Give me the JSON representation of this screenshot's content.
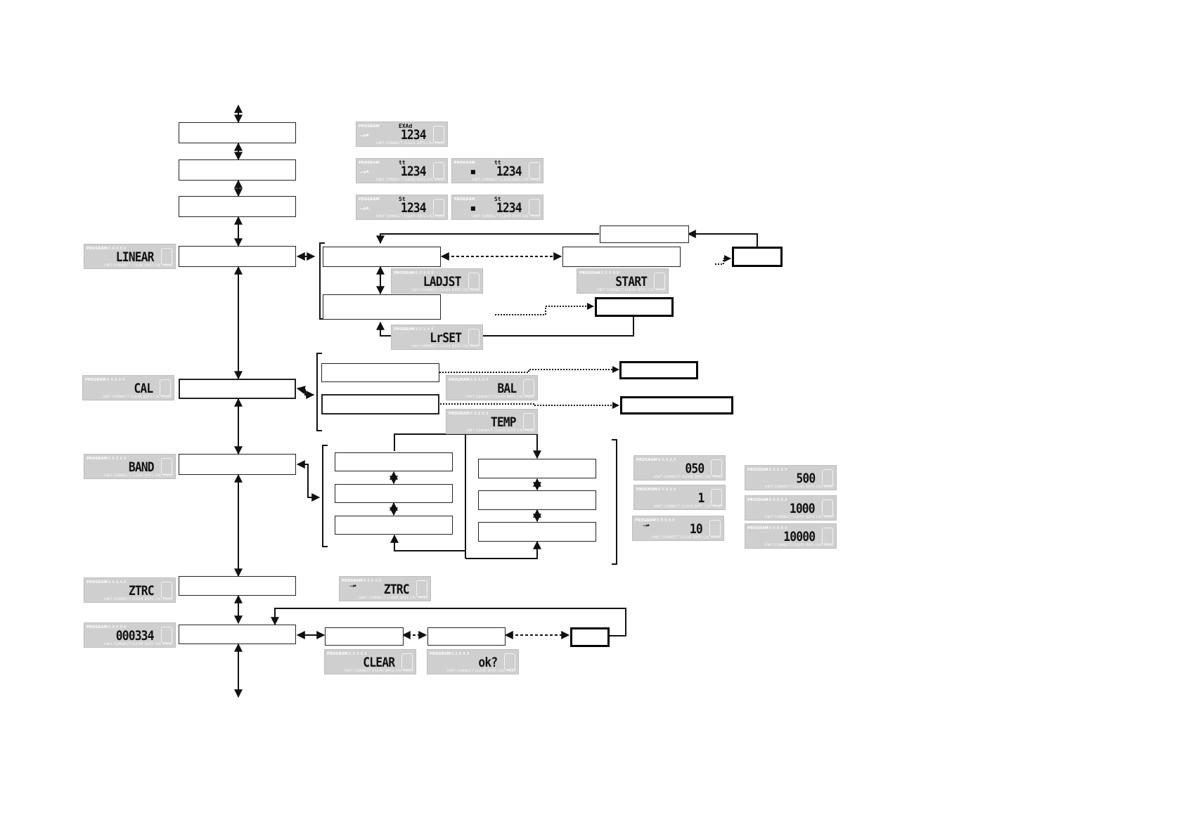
{
  "lcd_common": {
    "program_label": "PROGRAM",
    "indicator_row": "8.8.8.8.8",
    "units_row": "UNIT CONNECT CLEAR DATE CAL PRINT",
    "arrow_glyph": "→•",
    "dash_glyph": "■"
  },
  "displays": {
    "exad": {
      "tag": "EXAd",
      "value": "1234"
    },
    "tt_a": {
      "tag": "tt",
      "value": "1234"
    },
    "tt_b": {
      "tag": "tt",
      "value": "1234"
    },
    "st_a": {
      "tag": "St",
      "value": "1234"
    },
    "st_b": {
      "tag": "St",
      "value": "1234"
    },
    "linear": {
      "value": "LINEAR"
    },
    "ladjust": {
      "value": "LADJST"
    },
    "start": {
      "value": "START"
    },
    "lreset": {
      "value": "LrSET"
    },
    "cal": {
      "value": "CAL"
    },
    "bal": {
      "value": "BAL"
    },
    "temp": {
      "value": "TEMP"
    },
    "band": {
      "value": "BAND"
    },
    "v050": {
      "value": "050"
    },
    "v1": {
      "value": "1"
    },
    "v10": {
      "value": "10"
    },
    "v500": {
      "value": "500"
    },
    "v1000": {
      "value": "1000"
    },
    "v10000": {
      "value": "10000"
    },
    "ztrc_a": {
      "value": "ZTRC"
    },
    "ztrc_b": {
      "value": "ZTRC"
    },
    "counter": {
      "value": "000334"
    },
    "clear": {
      "value": "CLEAR"
    },
    "ok": {
      "value": "ok?"
    }
  }
}
